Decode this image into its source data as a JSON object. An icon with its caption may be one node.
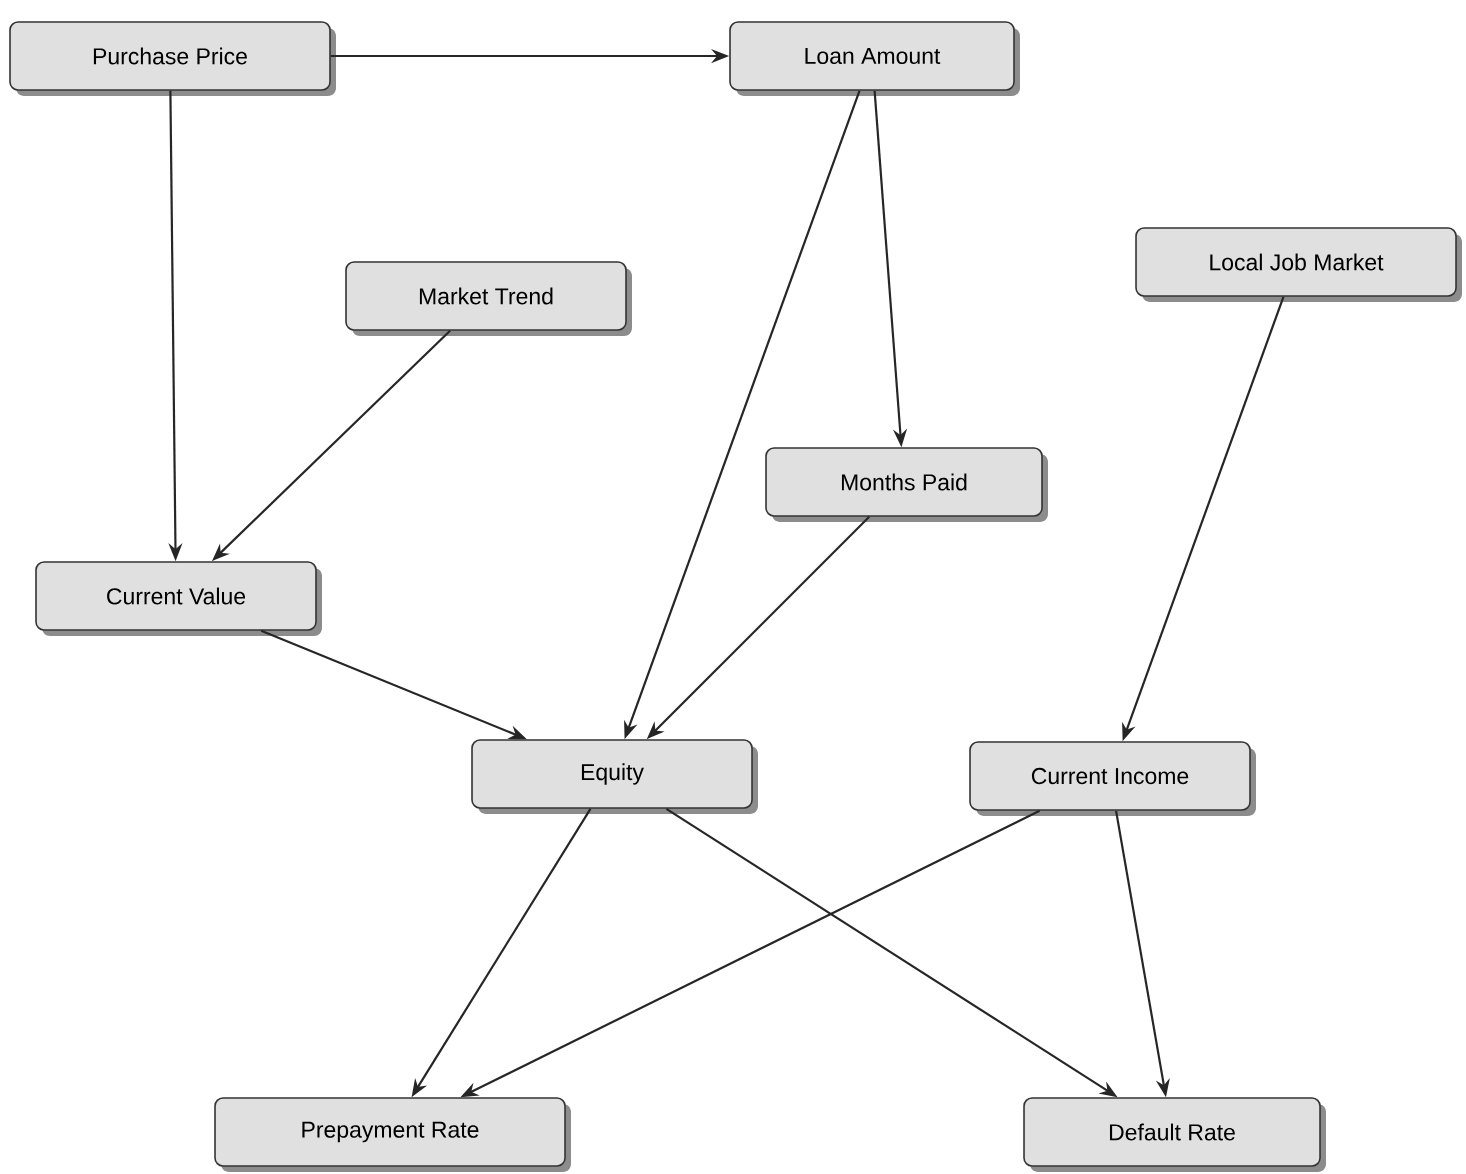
{
  "diagram": {
    "nodes": [
      {
        "text": [
          "Purchase Price"
        ]
      },
      {
        "text": [
          "Loan Amount"
        ]
      },
      {
        "text": [
          "Market Trend"
        ]
      },
      {
        "text": [
          "Local Job Market"
        ]
      },
      {
        "text": [
          "Months Paid"
        ]
      },
      {
        "text": [
          "Current Value"
        ]
      },
      {
        "text": [
          "Equity"
        ]
      },
      {
        "text": [
          "Current Income"
        ]
      },
      {
        "text": [
          "Prepayment Rate"
        ]
      },
      {
        "text": [
          "Default Rate"
        ]
      }
    ],
    "edges": [
      {
        "from": 0,
        "to": 1,
        "arrow": "to"
      },
      {
        "from": 0,
        "to": 5,
        "arrow": "to"
      },
      {
        "from": 2,
        "to": 5,
        "arrow": "to"
      },
      {
        "from": 1,
        "to": 6,
        "arrow": "to"
      },
      {
        "from": 1,
        "to": 4,
        "arrow": "to"
      },
      {
        "from": 4,
        "to": 6,
        "arrow": "to"
      },
      {
        "from": 5,
        "to": 6,
        "arrow": "to"
      },
      {
        "from": 3,
        "to": 7,
        "arrow": "to"
      },
      {
        "from": 6,
        "to": 8,
        "arrow": "to"
      },
      {
        "from": 6,
        "to": 9,
        "arrow": "to"
      },
      {
        "from": 7,
        "to": 8,
        "arrow": "to"
      },
      {
        "from": 7,
        "to": 9,
        "arrow": "to"
      }
    ]
  }
}
